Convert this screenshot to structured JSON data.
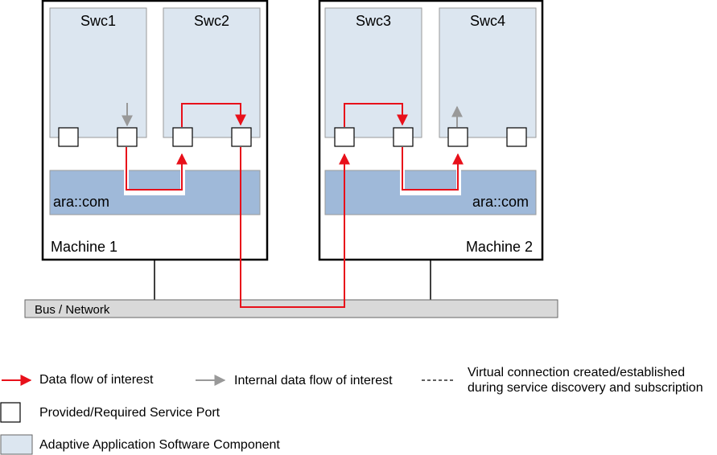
{
  "machines": [
    {
      "label": "Machine 1",
      "middleware_label": "ara::com",
      "components": [
        {
          "label": "Swc1"
        },
        {
          "label": "Swc2"
        }
      ]
    },
    {
      "label": "Machine 2",
      "middleware_label": "ara::com",
      "components": [
        {
          "label": "Swc3"
        },
        {
          "label": "Swc4"
        }
      ]
    }
  ],
  "bus": {
    "label": "Bus / Network"
  },
  "legend": {
    "data_flow": "Data flow of interest",
    "internal_flow": "Internal data flow of interest",
    "virtual_line1": "Virtual connection created/established",
    "virtual_line2": "during service discovery and subscription",
    "service_port": "Provided/Required Service Port",
    "adaptive_swc": "Adaptive Application Software Component"
  },
  "colors": {
    "data_flow": "#e8101a",
    "internal_flow": "#999999",
    "swc_fill": "#dce6f0",
    "middleware_fill": "#9fb9d9",
    "bus_fill": "#d9d9d9"
  }
}
